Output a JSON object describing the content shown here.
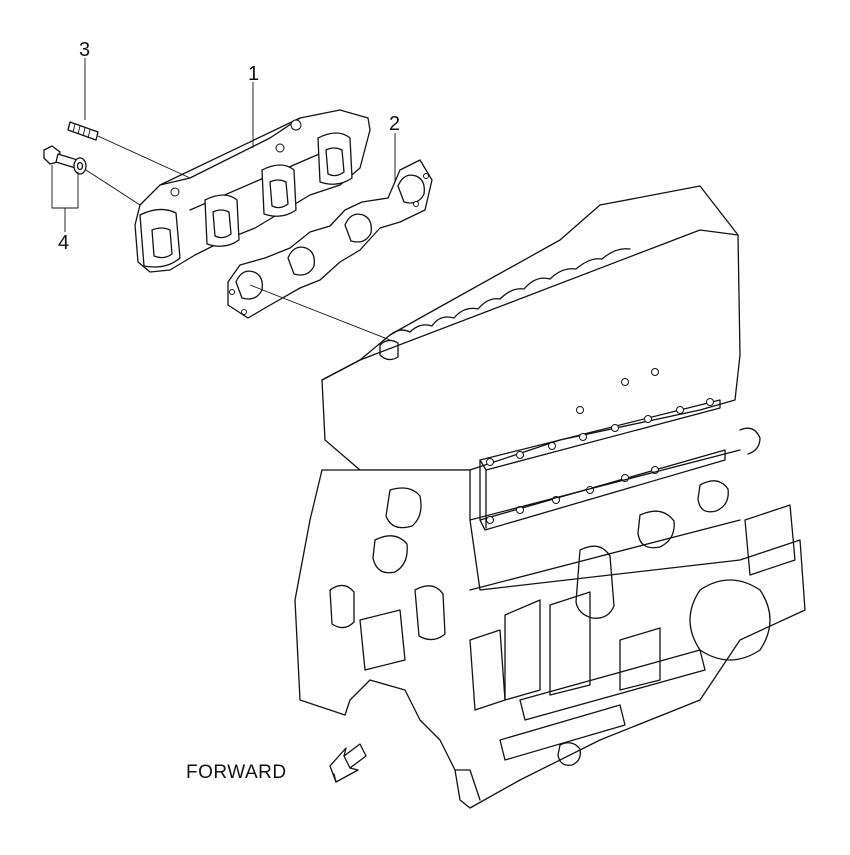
{
  "callouts": [
    {
      "id": "1",
      "label": "1"
    },
    {
      "id": "2",
      "label": "2"
    },
    {
      "id": "3",
      "label": "3"
    },
    {
      "id": "4",
      "label": "4"
    }
  ],
  "direction_label": "FORWARD",
  "colors": {
    "line": "#111111",
    "background": "#ffffff"
  }
}
